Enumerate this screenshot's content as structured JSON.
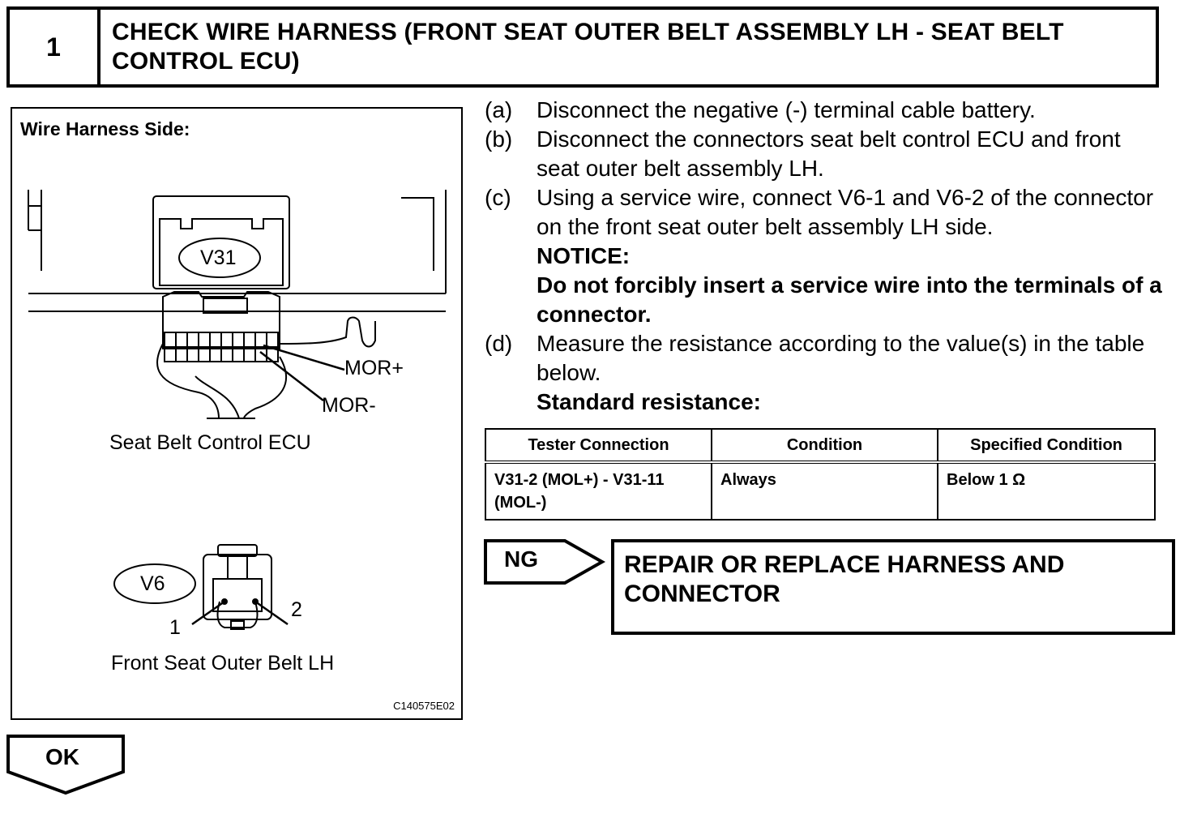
{
  "step": {
    "number": "1",
    "title": "CHECK WIRE HARNESS (FRONT SEAT OUTER BELT ASSEMBLY LH - SEAT BELT CONTROL ECU)"
  },
  "figure": {
    "heading": "Wire Harness Side:",
    "connector_v31": "V31",
    "terminal_mor_plus": "MOR+",
    "terminal_mor_minus": "MOR-",
    "ecu_caption": "Seat Belt Control ECU",
    "connector_v6": "V6",
    "pin_1": "1",
    "pin_2": "2",
    "belt_caption": "Front Seat Outer Belt LH",
    "code": "C140575E02"
  },
  "instructions": [
    {
      "letter": "(a)",
      "text": "Disconnect the negative (-) terminal cable battery."
    },
    {
      "letter": "(b)",
      "text": "Disconnect the connectors seat belt control ECU and front seat outer belt assembly LH."
    },
    {
      "letter": "(c)",
      "text": "Using a service wire, connect V6-1 and V6-2 of the connector on the front seat outer belt assembly LH side."
    },
    {
      "letter": "(d)",
      "text": "Measure the resistance according to the value(s) in the table below."
    }
  ],
  "notice": {
    "title": "NOTICE:",
    "body": "Do not forcibly insert a service wire into the terminals of a connector."
  },
  "standard_label": "Standard resistance:",
  "table": {
    "headers": [
      "Tester Connection",
      "Condition",
      "Specified Condition"
    ],
    "rows": [
      [
        "V31-2 (MOL+) - V31-11 (MOL-)",
        "Always",
        "Below 1 Ω"
      ]
    ]
  },
  "ng": {
    "label": "NG",
    "result": "REPAIR OR REPLACE HARNESS AND CONNECTOR"
  },
  "ok": {
    "label": "OK"
  }
}
